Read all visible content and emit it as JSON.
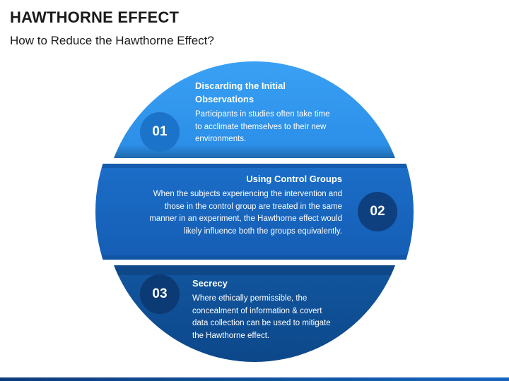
{
  "header": {
    "title": "HAWTHORNE EFFECT",
    "subtitle": "How to Reduce the Hawthorne Effect?"
  },
  "steps": [
    {
      "number": "01",
      "title": "Discarding the Initial Observations",
      "description": "Participants in studies often take time to acclimate themselves to their new environments."
    },
    {
      "number": "02",
      "title": "Using Control Groups",
      "description": "When the subjects experiencing the intervention and those in the control group are treated in the same manner in an experiment, the Hawthorne effect would likely influence both the groups equivalently."
    },
    {
      "number": "03",
      "title": "Secrecy",
      "description": "Where ethically permissible, the concealment of information & covert data collection can be used to mitigate the Hawthorne effect."
    }
  ],
  "colors": {
    "step1": "#2f97ef",
    "step2": "#1865c0",
    "step3": "#0f4f9a",
    "badge1": "#1b74c9",
    "badge2": "#0e3f7e",
    "badge3": "#0b3a74"
  }
}
